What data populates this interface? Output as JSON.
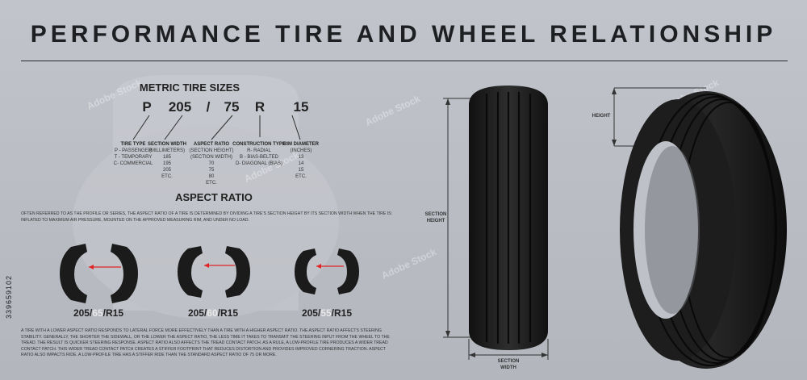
{
  "title": "PERFORMANCE TIRE AND WHEEL RELATIONSHIP",
  "metric": {
    "heading": "METRIC TIRE SIZES",
    "codes": [
      "P",
      "205",
      "/",
      "75",
      "R",
      "15"
    ],
    "columns": [
      {
        "caption": "TIRE TYPE",
        "lines": [
          "P - PASSENGER",
          "T - TEMPORARY",
          "C- COMMERCIAL"
        ]
      },
      {
        "caption": "SECTION WIDTH",
        "lines": [
          "(MILLIMETERS)",
          "185",
          "195",
          "205",
          "ETC."
        ]
      },
      {
        "caption": "ASPECT RATIO",
        "lines": [
          "(SECTION HEIGHT)",
          "(SECTION WIDTH)",
          "70",
          "75",
          "80",
          "ETC."
        ]
      },
      {
        "caption": "CONSTRUCTION TYPE",
        "lines": [
          "R- RADIAL",
          "B - BIAS-BELTED",
          "D- DIAGONAL (BIAS)"
        ]
      },
      {
        "caption": "RIM DIAMETER",
        "lines": [
          "(INCHES)",
          "13",
          "14",
          "15",
          "ETC."
        ]
      }
    ]
  },
  "aspect": {
    "heading": "ASPECT RATIO",
    "para1": "OFTEN REFERRED TO AS THE PROFILE OR SERIES, THE ASPECT RATIO OF A TIRE IS DETERMINED BY DIVIDING A TIRE'S SECTION HEIGHT BY ITS SECTION WIDTH WHEN THE TIRE IS: INFLATED TO MAXIMUM AIR PRESSURE, MOUNTED ON THE APPROVED MEASURING RIM, AND UNDER NO LOAD.",
    "sizes": [
      {
        "pre": "205/",
        "ratio": "65",
        "post": "/R15"
      },
      {
        "pre": "205/",
        "ratio": "60",
        "post": "/R15"
      },
      {
        "pre": "205/",
        "ratio": "55",
        "post": "/R15"
      }
    ],
    "para2": "A TIRE WITH A LOWER ASPECT RATIO RESPONDS TO LATERAL FORCE MORE EFFECTIVELY THAN A TIRE WITH A HIGHER ASPECT RATIO. THE ASPECT RATIO AFFECTS STEERING STABILITY. GENERALLY, THE SHORTER THE SIDEWALL, OR THE LOWER THE ASPECT RATIO, THE LESS TIME IT TAKES TO TRANSMIT THE STEERING INPUT FROM THE WHEEL TO THE TREAD. THE RESULT IS QUICKER STEERING RESPONSE. ASPECT RATIO ALSO AFFECTS THE TREAD CONTACT PATCH. AS A RULE, A LOW-PROFILE TIRE PRODUCES A WIDER TREAD CONTACT PATCH. THIS WIDER TREAD CONTACT PATCH CREATES A STIFFER FOOTPRINT THAT REDUCES DISTORTION AND PROVIDES IMPROVED CORNERING TRACTION. ASPECT RATIO ALSO IMPACTS RIDE. A LOW-PROFILE TIRE HAS A STIFFER RIDE THAN THE STANDARD ASPECT RATIO OF 75 OR MORE."
  },
  "dims": {
    "section_height": [
      "SECTION",
      "HEIGHT"
    ],
    "section_width": [
      "SECTION",
      "WIDTH"
    ],
    "height": "HEIGHT"
  },
  "watermark": "Adobe Stock",
  "stock_id": "339659102",
  "colors": {
    "arrow": "#e02424",
    "tire": "#1b1b1b",
    "background": "#bcbec5"
  }
}
